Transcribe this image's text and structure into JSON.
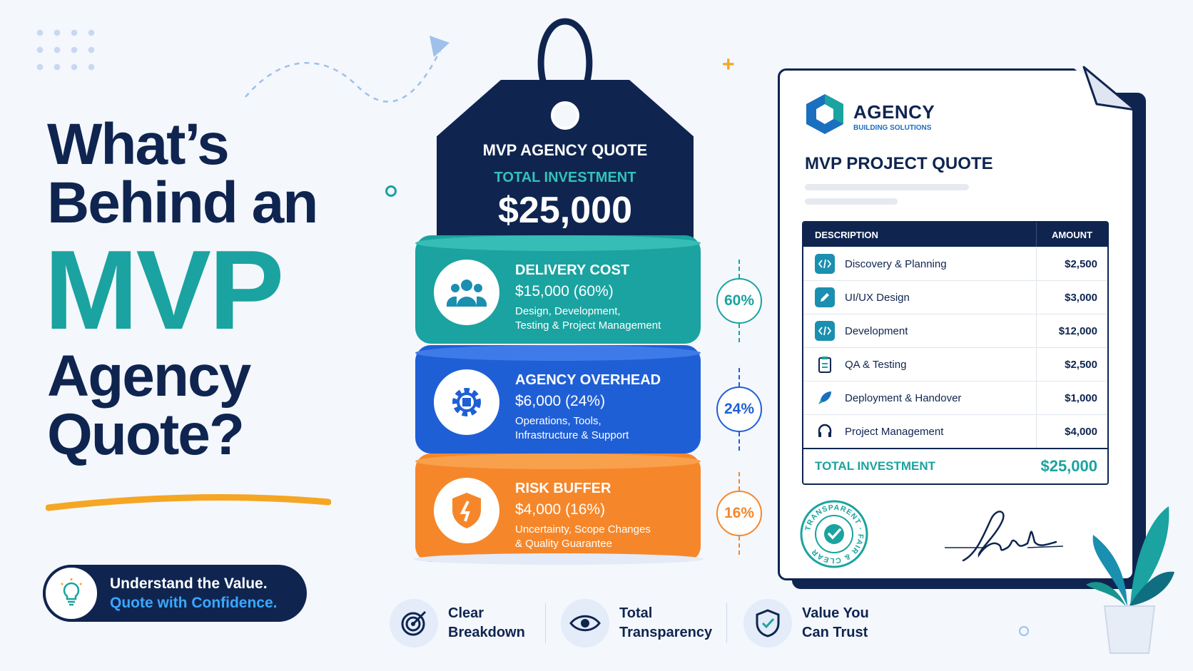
{
  "headline": {
    "line1": "What’s",
    "line2": "Behind an",
    "line3": "MVP",
    "line4": "Agency",
    "line5": "Quote?"
  },
  "value_pill": {
    "line1": "Understand the Value.",
    "line2": "Quote with Confidence.",
    "icon": "lightbulb-icon"
  },
  "price_tag": {
    "title": "MVP AGENCY QUOTE",
    "label": "TOTAL INVESTMENT",
    "amount": "$25,000"
  },
  "tiers": [
    {
      "title": "DELIVERY COST",
      "amount": "$15,000 (60%)",
      "desc_line1": "Design, Development,",
      "desc_line2": "Testing & Project Management",
      "percent": "60%",
      "share": 0.6,
      "color": "#1aa3a0",
      "icon": "team-icon"
    },
    {
      "title": "AGENCY OVERHEAD",
      "amount": "$6,000 (24%)",
      "desc_line1": "Operations, Tools,",
      "desc_line2": "Infrastructure & Support",
      "percent": "24%",
      "share": 0.24,
      "color": "#1f5fd6",
      "icon": "gear-icon"
    },
    {
      "title": "RISK BUFFER",
      "amount": "$4,000 (16%)",
      "desc_line1": "Uncertainty, Scope Changes",
      "desc_line2": "& Quality Guarantee",
      "percent": "16%",
      "share": 0.16,
      "color": "#f5872a",
      "icon": "shield-icon"
    }
  ],
  "features": [
    {
      "line1": "Clear",
      "line2": "Breakdown",
      "icon": "target-icon"
    },
    {
      "line1": "Total",
      "line2": "Transparency",
      "icon": "eye-icon"
    },
    {
      "line1": "Value You",
      "line2": "Can Trust",
      "icon": "shield-check-icon"
    }
  ],
  "document": {
    "brand": "AGENCY",
    "brand_sub": "BUILDING SOLUTIONS",
    "title": "MVP PROJECT QUOTE",
    "col_description": "DESCRIPTION",
    "col_amount": "AMOUNT",
    "rows": [
      {
        "label": "Discovery & Planning",
        "amount": "$2,500",
        "icon": "code-icon"
      },
      {
        "label": "UI/UX Design",
        "amount": "$3,000",
        "icon": "pencil-icon"
      },
      {
        "label": "Development",
        "amount": "$12,000",
        "icon": "code-icon"
      },
      {
        "label": "QA & Testing",
        "amount": "$2,500",
        "icon": "clipboard-icon"
      },
      {
        "label": "Deployment & Handover",
        "amount": "$1,000",
        "icon": "rocket-icon"
      },
      {
        "label": "Project Management",
        "amount": "$4,000",
        "icon": "headset-icon"
      }
    ],
    "total_label": "TOTAL INVESTMENT",
    "total_value": "$25,000",
    "stamp_text": "TRANSPARENT · FAIR & CLEAR"
  },
  "colors": {
    "navy": "#0f2550",
    "teal": "#1aa3a0",
    "blue": "#1f5fd6",
    "orange": "#f5872a"
  }
}
